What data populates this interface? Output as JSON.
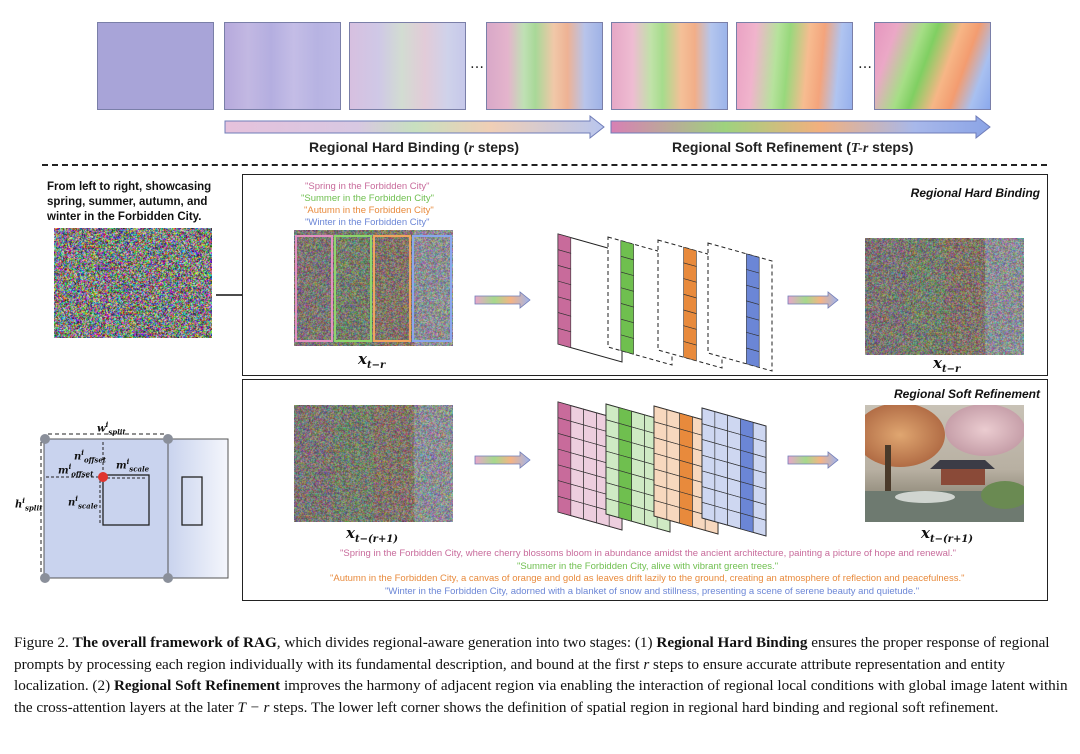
{
  "top_strip": {
    "stage1_label": "Regional Hard Binding (",
    "stage1_var": "r",
    "stage1_tail": " steps)",
    "stage2_label": "Regional Soft Refinement (",
    "stage2_var": "T-r",
    "stage2_tail": " steps)",
    "ellipsis": "…"
  },
  "intro_text": "From left to right, showcasing spring, summer, autumn, and winter in the Forbidden City.",
  "hard_panel": {
    "title": "Regional Hard Binding",
    "prompts": [
      {
        "text": "\"Spring in the Forbidden City\"",
        "color": "#c86b9b"
      },
      {
        "text": "\"Summer in the Forbidden City\"",
        "color": "#6fbf4f"
      },
      {
        "text": "\"Autumn in the Forbidden City\"",
        "color": "#e88a3c"
      },
      {
        "text": "\"Winter in the Forbidden City\"",
        "color": "#6b86d6"
      }
    ],
    "latent_in": "x",
    "latent_in_sub": "t−r",
    "latent_out": "x",
    "latent_out_sub": "t−r"
  },
  "soft_panel": {
    "title": "Regional Soft Refinement",
    "latent_in": "x",
    "latent_in_sub": "t−(r+1)",
    "latent_out": "x",
    "latent_out_sub": "t−(r+1)",
    "prompts": [
      {
        "text": "\"Spring in the Forbidden City, where cherry blossoms bloom in abundance amidst the ancient architecture, painting a picture of hope and renewal.\"",
        "color": "#c86b9b"
      },
      {
        "text": "\"Summer in the Forbidden City, alive with vibrant green trees.\"",
        "color": "#6fbf4f"
      },
      {
        "text": "\"Autumn in the Forbidden City, a canvas of orange and gold as leaves drift lazily to the ground, creating an atmosphere of reflection and peacefulness.\"",
        "color": "#e88a3c"
      },
      {
        "text": "\"Winter in the Forbidden City, adorned with a blanket of snow and stillness, presenting a scene of serene beauty and quietude.\"",
        "color": "#6b86d6"
      }
    ]
  },
  "region_diagram": {
    "w_split": "w",
    "w_split_sup": "i",
    "w_split_sub": "split",
    "h_split": "h",
    "h_split_sup": "i",
    "h_split_sub": "split",
    "n_offset": "n",
    "n_offset_sup": "i",
    "n_offset_sub": "offset",
    "m_offset": "m",
    "m_offset_sup": "i",
    "m_offset_sub": "offset",
    "m_scale": "m",
    "m_scale_sup": "i",
    "m_scale_sub": "scale",
    "n_scale": "n",
    "n_scale_sup": "i",
    "n_scale_sub": "scale"
  },
  "caption": {
    "prefix": "Figure 2. ",
    "bold1": "The overall framework of RAG",
    "part1": ", which divides regional-aware generation into two stages: (1) ",
    "bold2": "Regional Hard Binding",
    "part2": " ensures the proper response of regional prompts by processing each region individually with its fundamental description, and bound at the first ",
    "var1": "r",
    "part3": " steps to ensure accurate attribute representation and entity localization. (2) ",
    "bold3": "Regional Soft Refinement",
    "part4": " improves the harmony of adjacent region via enabling the interaction of regional local conditions with global image latent within the cross-attention layers at the later ",
    "var2": "T − r",
    "part5": " steps. The lower left corner shows the definition of spatial region in regional hard binding and regional soft refinement."
  },
  "colors": {
    "spring": "#c86b9b",
    "summer": "#6fbf4f",
    "autumn": "#e88a3c",
    "winter": "#6b86d6",
    "region_fill": "#c9d3ee",
    "dot": "#e0342f"
  }
}
